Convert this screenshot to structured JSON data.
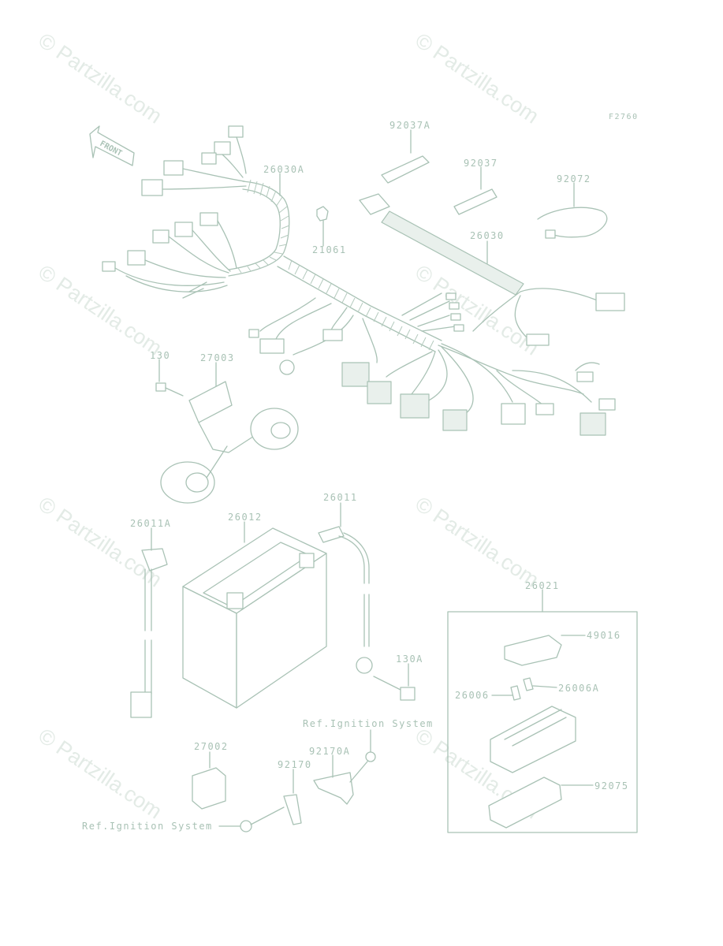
{
  "figure_code": "F2760",
  "watermark_text": "© Partzilla.com",
  "front_arrow_label": "FRONT",
  "callouts": {
    "p92037A": "92037A",
    "p92037": "92037",
    "p92072": "92072",
    "p26030A": "26030A",
    "p21061": "21061",
    "p26030": "26030",
    "p130": "130",
    "p27003": "27003",
    "p26011A": "26011A",
    "p26012": "26012",
    "p26011": "26011",
    "p26021": "26021",
    "p49016": "49016",
    "p130A": "130A",
    "p26006": "26006",
    "p26006A": "26006A",
    "ref_ignition_1": "Ref.Ignition System",
    "p92170A": "92170A",
    "p27002": "27002",
    "p92170": "92170",
    "p92075": "92075",
    "ref_ignition_2": "Ref.Ignition System"
  }
}
